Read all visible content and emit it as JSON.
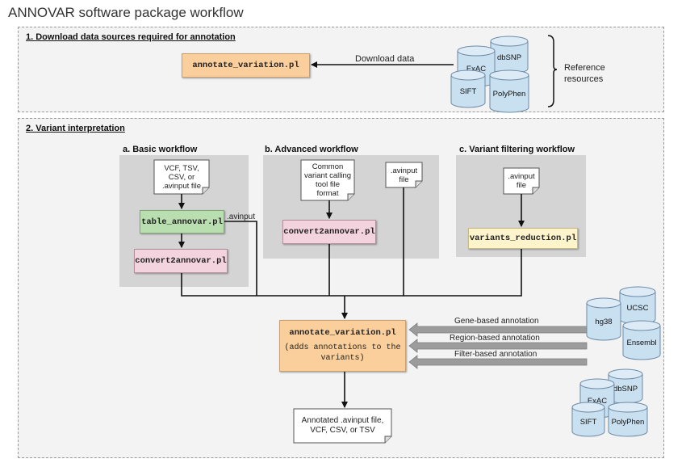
{
  "title": "ANNOVAR software package workflow",
  "section1": {
    "title": "1. Download data sources required for annotation",
    "annotate_box": "annotate_variation.pl",
    "download_label": "Download data",
    "reference_label": "Reference\nresources",
    "databases": [
      "dbSNP",
      "ExAC",
      "SIFT",
      "PolyPhen"
    ]
  },
  "section2": {
    "title": "2. Variant interpretation",
    "basic": {
      "title": "a. Basic workflow",
      "input_doc": "VCF, TSV,\nCSV, or\n.avinput file",
      "table_box": "table_annovar.pl",
      "avinput_label": ".avinput",
      "convert_box": "convert2annovar.pl"
    },
    "advanced": {
      "title": "b. Advanced workflow",
      "input_doc": "Common\nvariant calling\ntool file\nformat",
      "avinput_doc": ".avinput\nfile",
      "convert_box": "convert2annovar.pl"
    },
    "filtering": {
      "title": "c. Variant filtering workflow",
      "input_doc": ".avinput\nfile",
      "reduction_box": "variants_reduction.pl"
    },
    "main_box": {
      "title": "annotate_variation.pl",
      "subtitle": "(adds annotations to the\nvariants)"
    },
    "annotations": [
      "Gene-based annotation",
      "Region-based annotation",
      "Filter-based annotation"
    ],
    "output_doc": "Annotated .avinput file,\nVCF, CSV, or TSV",
    "genome_dbs": [
      "hg38",
      "UCSC",
      "Ensembl"
    ],
    "filter_dbs": [
      "ExAC",
      "dbSNP",
      "SIFT",
      "PolyPhen"
    ]
  },
  "colors": {
    "orange": "#fbcf9b",
    "green": "#b9dfb0",
    "pink": "#f3d3de",
    "yellow": "#fdf4cc",
    "cylinder": "#c9e0f1",
    "grey_arrow": "#9c9c9c"
  }
}
